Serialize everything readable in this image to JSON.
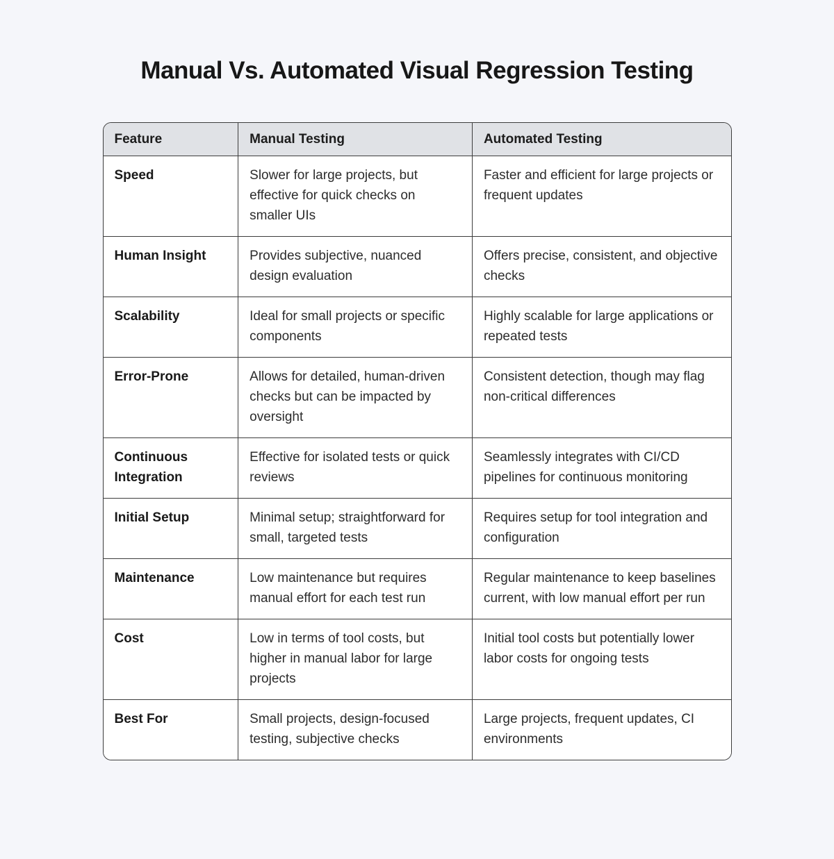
{
  "page": {
    "background": "#f5f6fa"
  },
  "title": "Manual Vs. Automated Visual Regression Testing",
  "table": {
    "header_bg": "#e0e2e6",
    "border_color": "#3c3c3c",
    "headers": [
      "Feature",
      "Manual Testing",
      "Automated Testing"
    ],
    "rows": [
      {
        "feature": "Speed",
        "manual": "Slower for large projects, but effective for quick checks on smaller UIs",
        "automated": "Faster and efficient for large projects or frequent updates"
      },
      {
        "feature": "Human Insight",
        "manual": "Provides subjective, nuanced design evaluation",
        "automated": "Offers precise, consistent, and objective checks"
      },
      {
        "feature": "Scalability",
        "manual": "Ideal for small projects or specific components",
        "automated": "Highly scalable for large applications or repeated tests"
      },
      {
        "feature": "Error-Prone",
        "manual": "Allows for detailed, human-driven checks but can be impacted by oversight",
        "automated": "Consistent detection, though may flag non-critical differences"
      },
      {
        "feature": "Continuous Integration",
        "manual": "Effective for isolated tests or quick reviews",
        "automated": "Seamlessly integrates with CI/CD pipelines for continuous monitoring"
      },
      {
        "feature": "Initial Setup",
        "manual": "Minimal setup; straightforward for small, targeted tests",
        "automated": "Requires setup for tool integration and configuration"
      },
      {
        "feature": "Maintenance",
        "manual": "Low maintenance but requires manual effort for each test run",
        "automated": "Regular maintenance to keep baselines current, with low manual effort per run"
      },
      {
        "feature": "Cost",
        "manual": "Low in terms of tool costs, but higher in manual labor for large projects",
        "automated": "Initial tool costs but potentially lower labor costs for ongoing tests"
      },
      {
        "feature": "Best For",
        "manual": "Small projects, design-focused testing, subjective checks",
        "automated": "Large projects, frequent updates, CI environments"
      }
    ]
  }
}
